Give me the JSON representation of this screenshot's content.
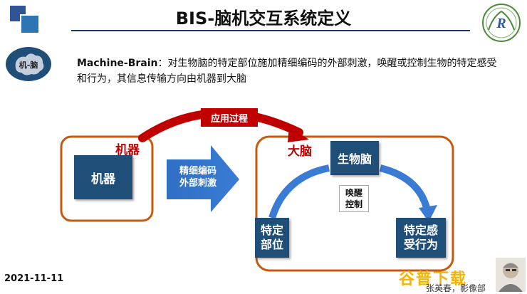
{
  "slide": {
    "title": "BIS-脑机交互系统定义",
    "badge": "机-脑",
    "intro_bold": "Machine-Brain",
    "intro_rest": "：对生物脑的特定部位施加精细编码的外部刺激，唤醒或控制生物的特定感受和行为，其信息传输方向由机器到大脑",
    "date": "2021-11-11",
    "author": "张英春，影像部",
    "logo_letter": "R"
  },
  "diagram": {
    "machine_group_label": "机器",
    "machine_box": "机器",
    "arrow_text_line1": "精细编码",
    "arrow_text_line2": "外部刺激",
    "apply_label": "应用过程",
    "brain_group_label": "大脑",
    "bio_brain": "生物脑",
    "wake_line1": "唤醒",
    "wake_line2": "控制",
    "target_line1": "特定",
    "target_line2": "部位",
    "sense_line1": "特定感",
    "sense_line2": "受行为"
  },
  "watermark": "谷普下载",
  "colors": {
    "navy": "#1f4e79",
    "accent_red": "#c00000",
    "frame_orange": "#c55a11",
    "arrow_blue": "#3a7bd5"
  }
}
